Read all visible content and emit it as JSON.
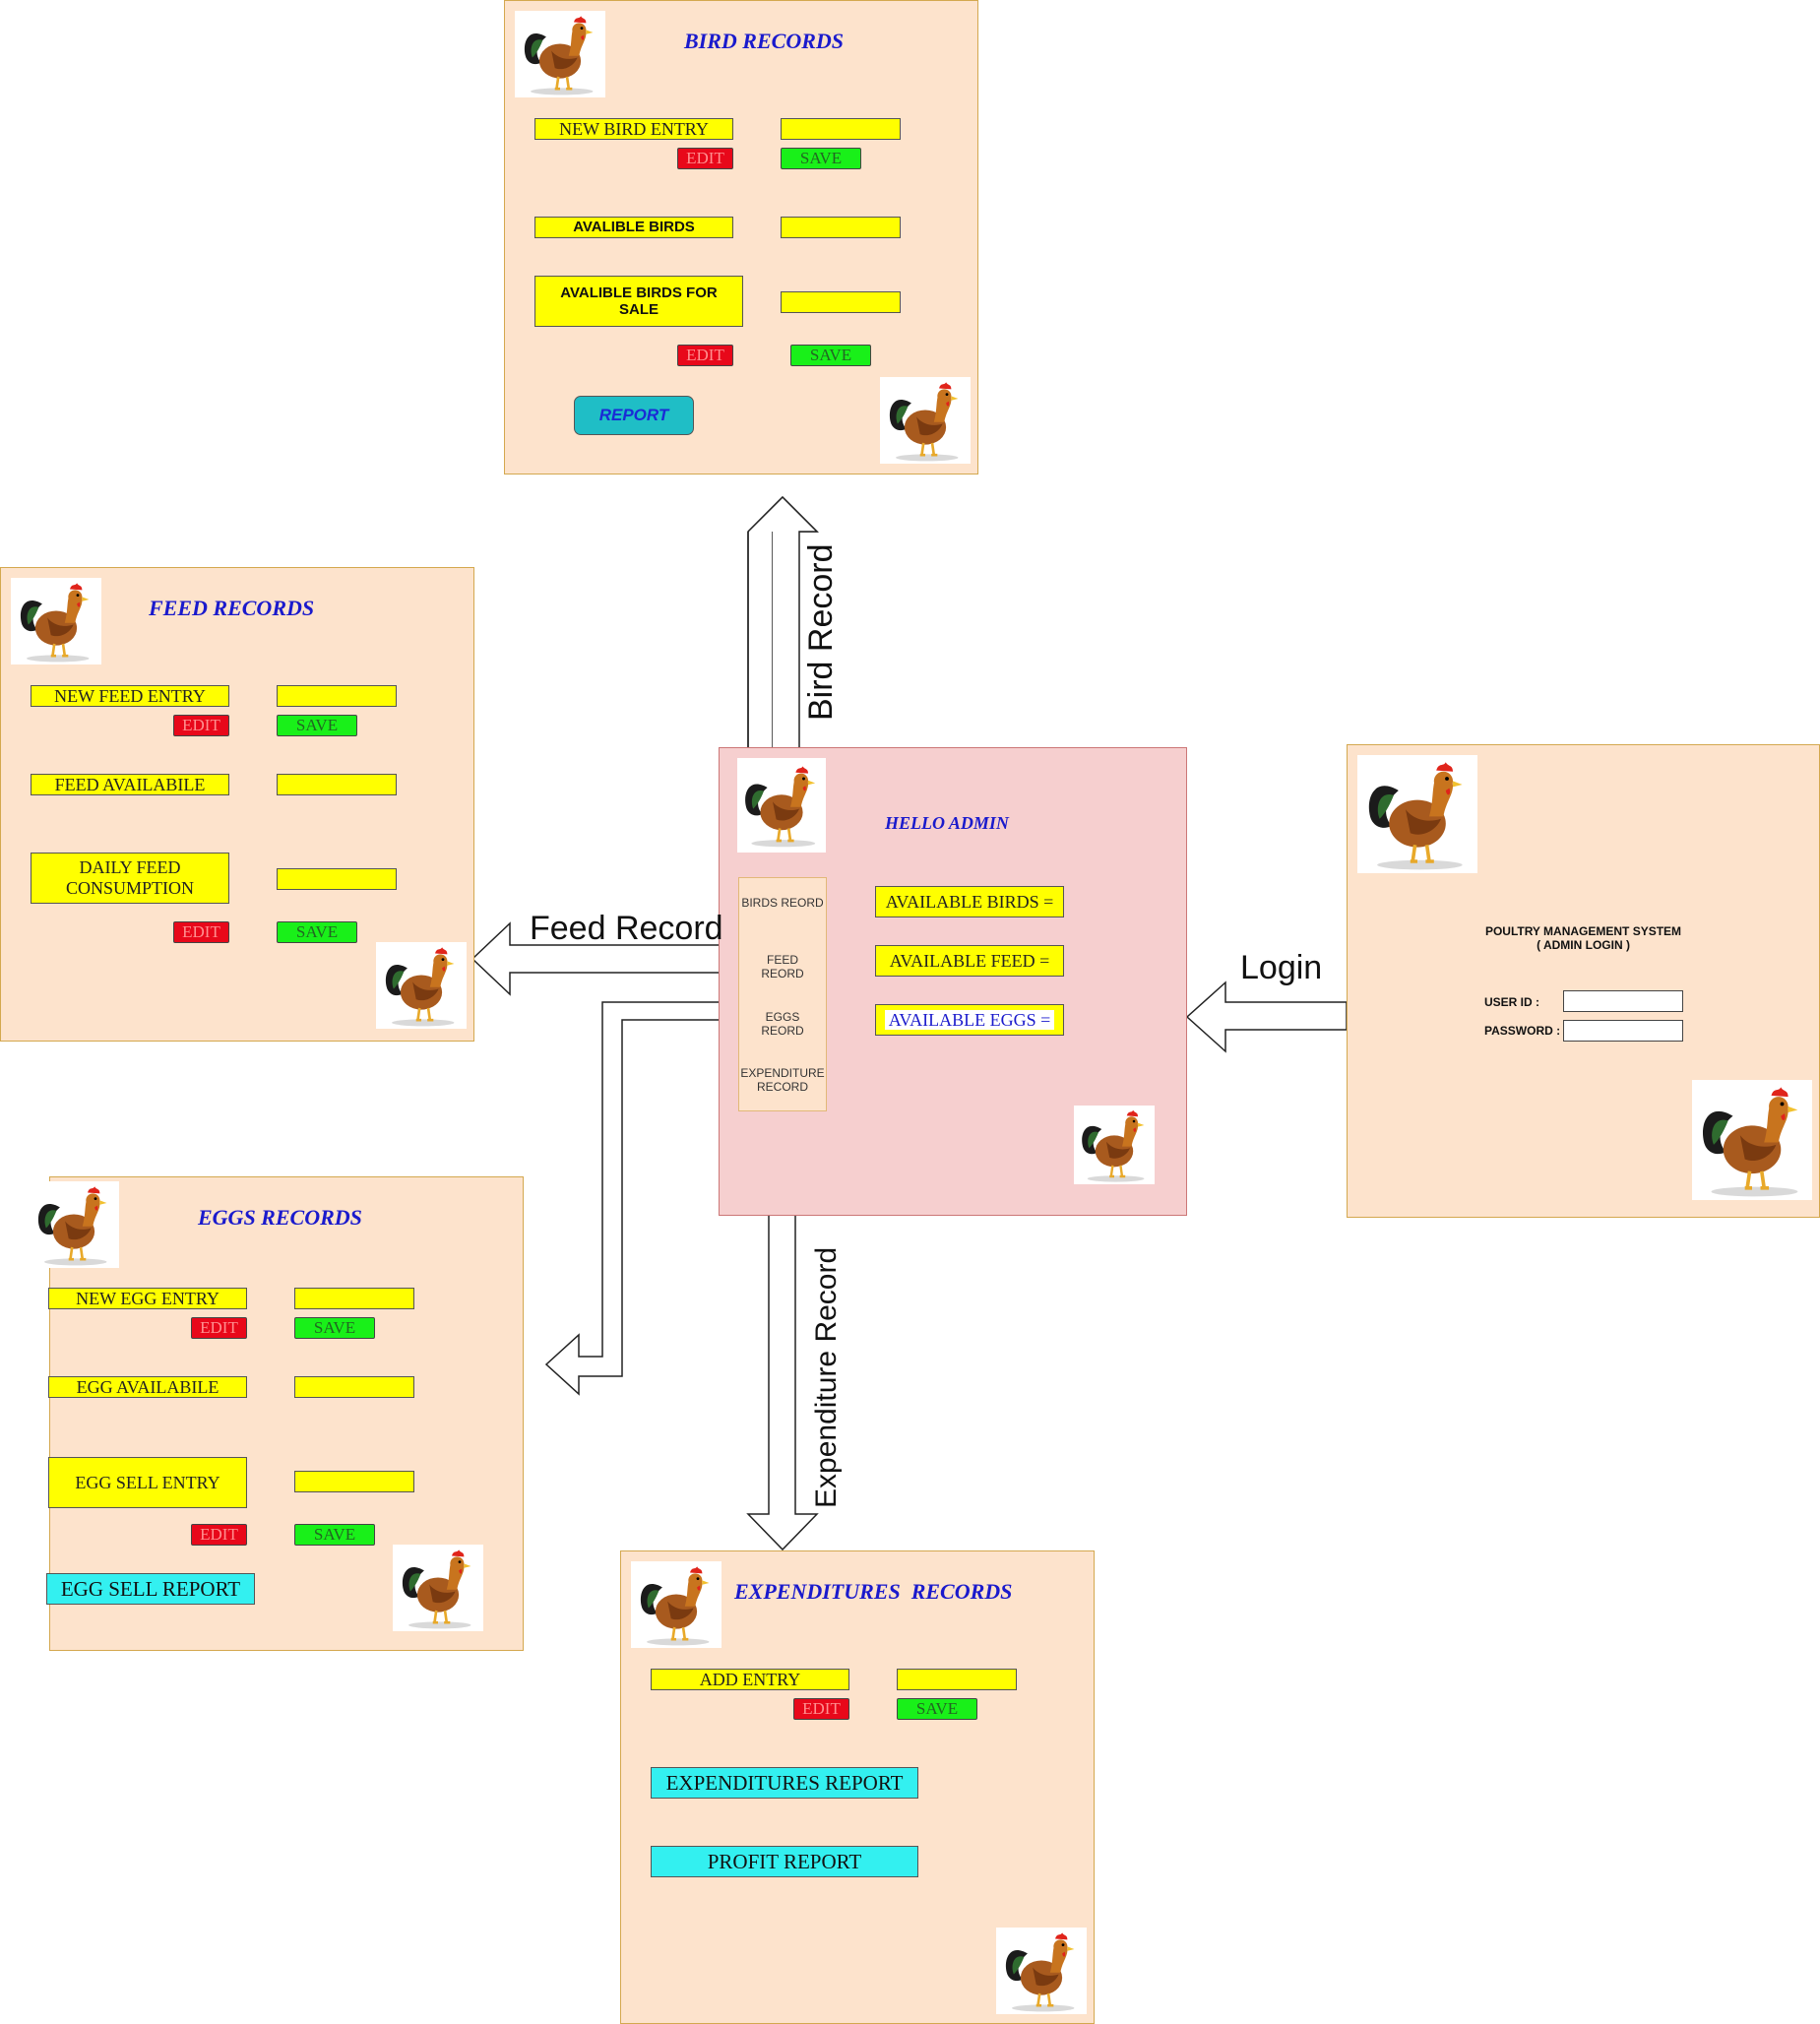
{
  "bird_records": {
    "title": "BIRD RECORDS",
    "new_bird_entry": "NEW BIRD ENTRY",
    "edit": "EDIT",
    "save": "SAVE",
    "available_birds": "AVALIBLE BIRDS",
    "available_birds_for_sale": "AVALIBLE BIRDS FOR SALE",
    "report": "REPORT"
  },
  "feed_records": {
    "title": "FEED RECORDS",
    "new_feed_entry": "NEW FEED ENTRY",
    "edit": "EDIT",
    "save": "SAVE",
    "feed_available": "FEED AVAILABILE",
    "daily_feed_consumption": "DAILY FEED CONSUMPTION"
  },
  "eggs_records": {
    "title": "EGGS RECORDS",
    "new_egg_entry": "NEW EGG ENTRY",
    "edit": "EDIT",
    "save": "SAVE",
    "egg_available": "EGG AVAILABILE",
    "egg_sell_entry": "EGG SELL ENTRY",
    "egg_sell_report": "EGG SELL REPORT"
  },
  "expenditures_records": {
    "title": "EXPENDITURES  RECORDS",
    "add_entry": "ADD ENTRY",
    "edit": "EDIT",
    "save": "SAVE",
    "expenditures_report": "EXPENDITURES REPORT",
    "profit_report": "PROFIT REPORT"
  },
  "admin": {
    "title": "HELLO ADMIN",
    "menu": [
      "BIRDS REORD",
      "FEED REORD",
      "EGGS REORD",
      "EXPENDITURE RECORD"
    ],
    "available_birds": "AVAILABLE BIRDS =",
    "available_feed": "AVAILABLE FEED =",
    "available_eggs": "AVAILABLE EGGS ="
  },
  "login": {
    "system_title": "POULTRY MANAGEMENT SYSTEM",
    "subtitle": "( ADMIN LOGIN )",
    "user_id_label": "USER ID :",
    "password_label": "PASSWORD :"
  },
  "arrows": {
    "bird": "Bird Record",
    "feed": "Feed Record",
    "expenditure": "Expenditure Record",
    "login": "Login"
  },
  "icons": {
    "rooster": "rooster-icon"
  },
  "colors": {
    "panel": "#fde3cc",
    "admin_panel": "#f6cfcf",
    "field": "#ffff00",
    "edit": "#e8081a",
    "save": "#19f019",
    "report_cyan": "#33f0f0",
    "title_blue": "#1a1acc"
  }
}
